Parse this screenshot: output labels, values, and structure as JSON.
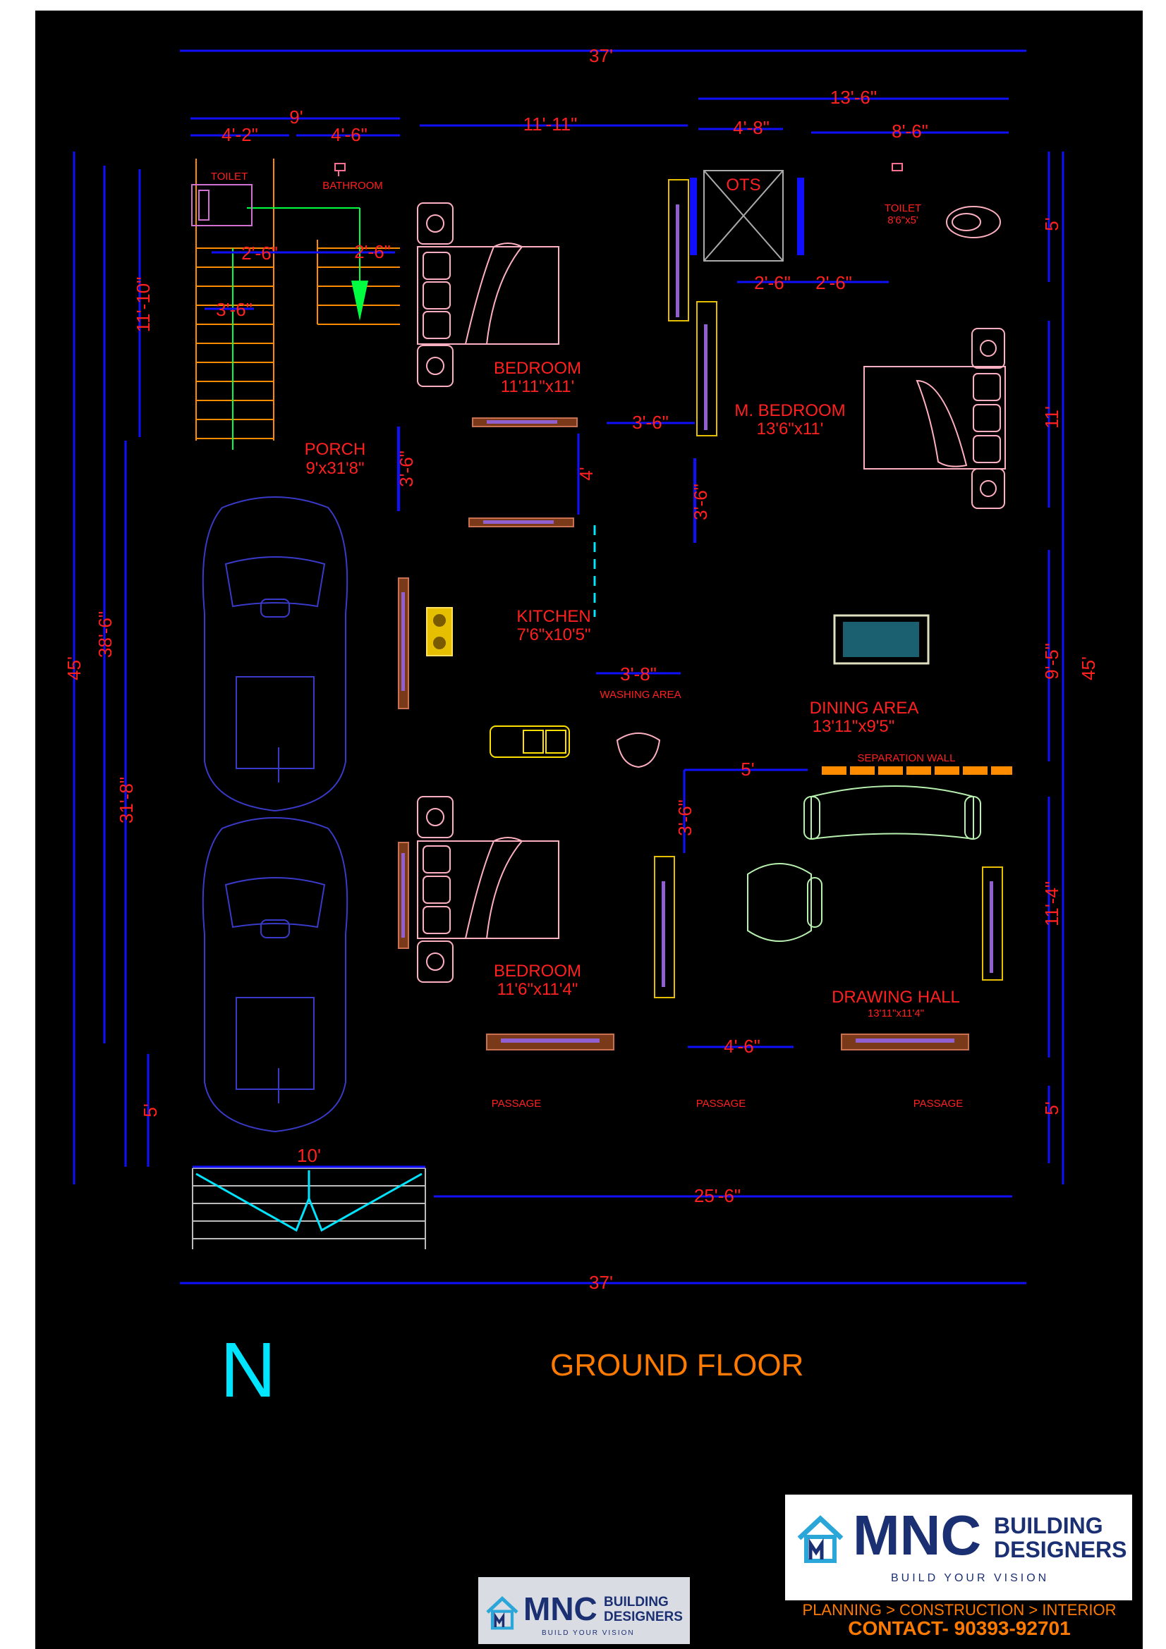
{
  "overall": {
    "width_top": "37'",
    "width_bottom": "37'",
    "depth_left": "45'",
    "depth_right": "45'"
  },
  "top_dims": {
    "d9": "9'",
    "d4_2": "4'-2\"",
    "d4_6": "4'-6\"",
    "d11_11": "11'-11\"",
    "d13_6": "13'-6\"",
    "d4_8": "4'-8\"",
    "d8_6": "8'-6\""
  },
  "left_dims": {
    "d11_10": "11'-10\"",
    "d38_6": "38'-6\"",
    "d31_8": "31'-8\"",
    "d5": "5'"
  },
  "right_dims": {
    "d5a": "5'",
    "d11": "11'",
    "d9_5": "9'-5\"",
    "d11_4": "11'-4\"",
    "d5b": "5'"
  },
  "inner_dims": {
    "stair_2_6a": "2'-6\"",
    "stair_2_6b": "2'-6\"",
    "stair_3_6": "3'-6\"",
    "ots_2_6a": "2'-6\"",
    "ots_2_6b": "2'-6\"",
    "p3_6a": "3'-6\"",
    "p4": "4'",
    "p3_6b": "3'-6\"",
    "p3_6c": "3'-6\"",
    "wash_3_8": "3'-8\"",
    "d5_dining": "5'",
    "d3_6_living": "3'-6\"",
    "d4_6_passage": "4'-6\"",
    "gate_10": "10'",
    "front_25_6": "25'-6\""
  },
  "rooms": {
    "toilet1": "TOILET",
    "bathroom": "BATHROOM",
    "ots": "OTS",
    "toilet2": "TOILET",
    "toilet2_size": "8'6\"x5'",
    "bedroom1": "BEDROOM",
    "bedroom1_size": "11'11\"x11'",
    "mbedroom": "M. BEDROOM",
    "mbedroom_size": "13'6\"x11'",
    "porch": "PORCH",
    "porch_size": "9'x31'8\"",
    "kitchen": "KITCHEN",
    "kitchen_size": "7'6\"x10'5\"",
    "washing": "WASHING AREA",
    "dining": "DINING AREA",
    "dining_size": "13'11\"x9'5\"",
    "separation": "SEPARATION WALL",
    "bedroom2": "BEDROOM",
    "bedroom2_size": "11'6\"x11'4\"",
    "drawing": "DRAWING HALL",
    "drawing_size": "13'11\"x11'4\"",
    "passage1": "PASSAGE",
    "passage2": "PASSAGE",
    "passage3": "PASSAGE"
  },
  "north": "N",
  "floor_title": "GROUND FLOOR",
  "brand": {
    "mnc": "MNC",
    "building": "BUILDING",
    "designers": "DESIGNERS",
    "tagline": "BUILD YOUR VISION",
    "services": "PLANNING > CONSTRUCTION > INTERIOR",
    "contact": "CONTACT- 90393-92701"
  },
  "colors": {
    "background": "#000000",
    "dimension_text": "#ff2020",
    "dimension_line": "#1010ff",
    "cars": "#3a3ac8",
    "furniture": "#ffb0c0",
    "title": "#ff7a00",
    "north": "#00e5ff"
  }
}
